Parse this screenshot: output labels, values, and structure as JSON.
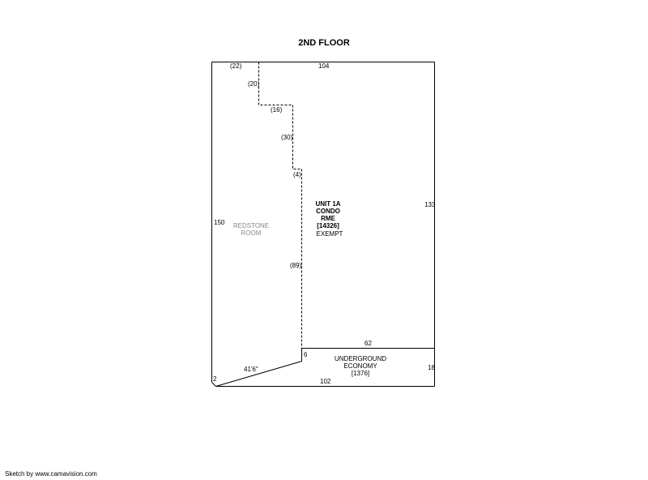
{
  "title": "2ND FLOOR",
  "footer": "Sketch by www.camavision.com",
  "colors": {
    "line": "#000000",
    "secondary_text": "#888888"
  },
  "rooms": {
    "unit": {
      "line1": "UNIT 1A",
      "line2": "CONDO",
      "line3": "RME",
      "line4": "[14326]",
      "line5": "EXEMPT"
    },
    "redstone": {
      "line1": "REDSTONE",
      "line2": "ROOM"
    },
    "underground": {
      "line1": "UNDERGROUND",
      "line2": "ECONOMY",
      "line3": "[1376]"
    }
  },
  "dimensions": {
    "top_outer": "(22)",
    "top_unit": "104",
    "dashed_20": "(20)",
    "dashed_16": "(16)",
    "dashed_30": "(30)",
    "dashed_4": "(4)",
    "dashed_89": "(89)",
    "left": "150",
    "right": "133",
    "underground_top": "62",
    "underground_left": "6",
    "underground_right": "18",
    "diagonal": "41'6\"",
    "bottom_left": "2",
    "bottom": "102"
  }
}
